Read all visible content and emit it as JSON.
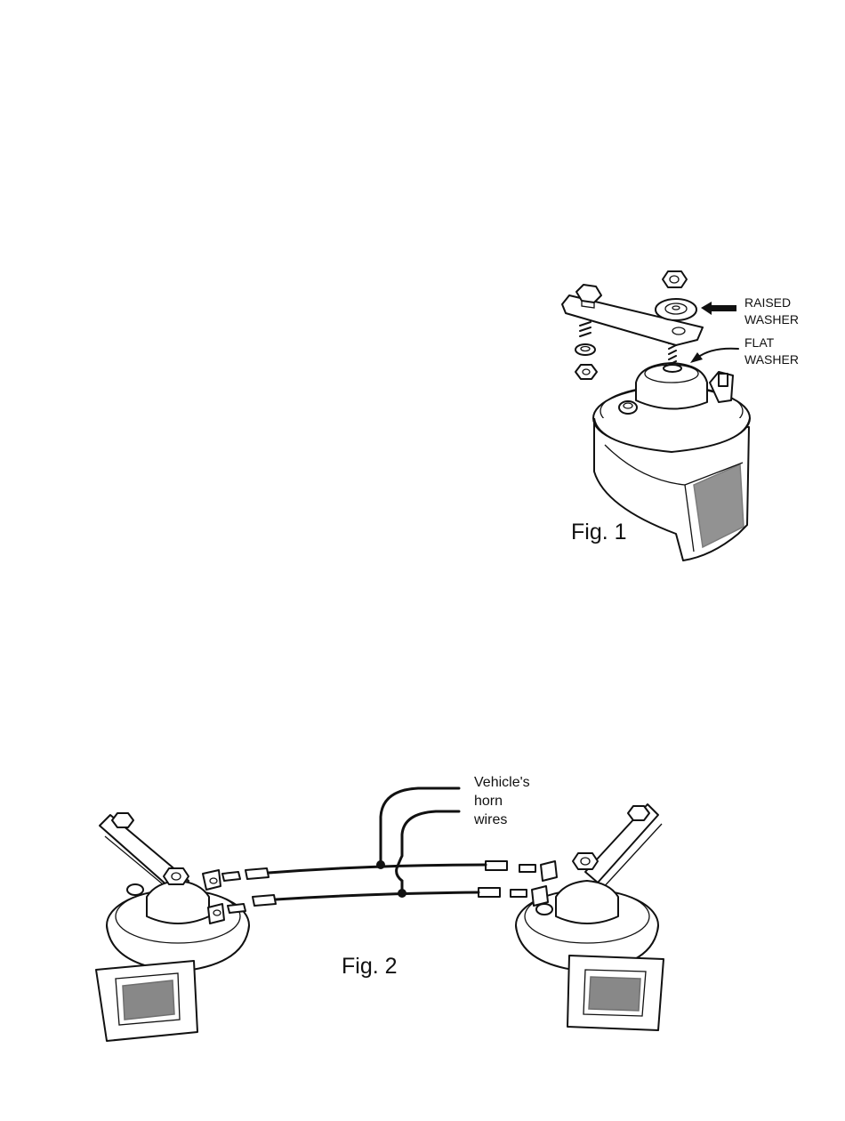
{
  "figure1": {
    "caption": "Fig. 1",
    "labels": {
      "raised_washer_line1": "RAISED",
      "raised_washer_line2": "WASHER",
      "flat_washer_line1": "FLAT",
      "flat_washer_line2": "WASHER"
    }
  },
  "figure2": {
    "caption": "Fig. 2",
    "labels": {
      "horn_wires_line1": "Vehicle's",
      "horn_wires_line2": "horn",
      "horn_wires_line3": "wires"
    }
  },
  "colors": {
    "ink": "#111111",
    "background": "#ffffff"
  }
}
